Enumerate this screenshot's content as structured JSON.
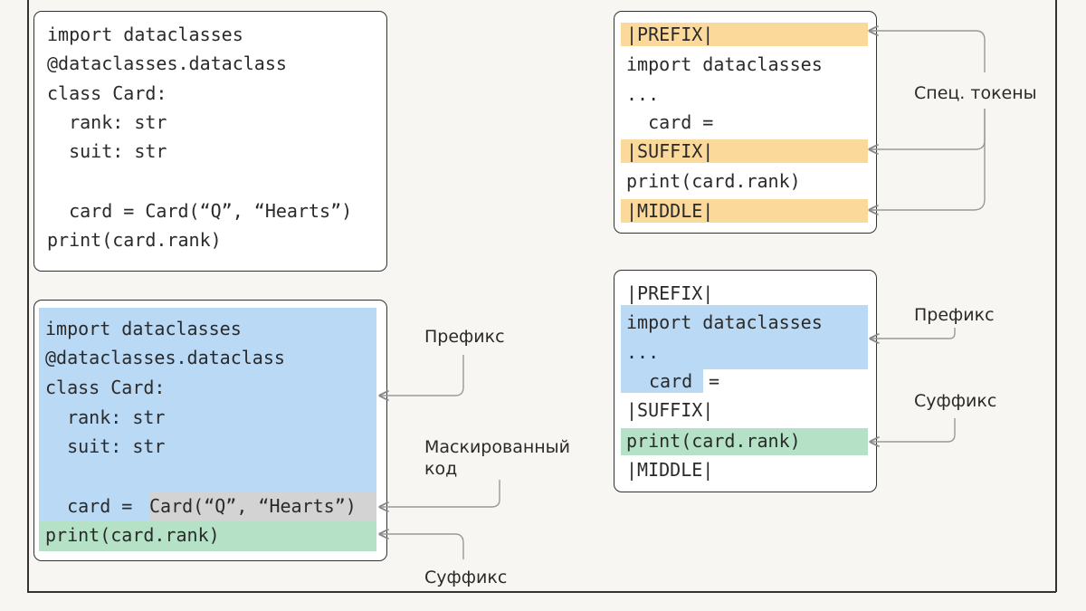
{
  "original_code": [
    "import dataclasses",
    "@dataclasses.dataclass",
    "class Card:",
    "  rank: str",
    "  suit: str",
    "",
    "  card = Card(“Q”, “Hearts”)",
    "print(card.rank)"
  ],
  "masked_code": {
    "prefix_lines": [
      "import dataclasses",
      "@dataclasses.dataclass",
      "class Card:",
      "  rank: str",
      "  suit: str",
      ""
    ],
    "prefix_tail": "  card = ",
    "middle": "Card(“Q”, “Hearts”)",
    "suffix": "print(card.rank)"
  },
  "fim_tokens_box": {
    "prefix_token": "|PREFIX|",
    "line_import": "import dataclasses",
    "ellipsis": "...",
    "card_line": "  card =",
    "suffix_token": "|SUFFIX|",
    "print_line": "print(card.rank)",
    "middle_token": "|MIDDLE|"
  },
  "fim_colored_box": {
    "prefix_token": "|PREFIX|",
    "line_import": "import dataclasses",
    "ellipsis": "...",
    "card_word": "card",
    "equals": "=",
    "suffix_token": "|SUFFIX|",
    "print_line": "print(card.rank)",
    "middle_token": "|MIDDLE|"
  },
  "labels": {
    "prefix_left": "Префикс",
    "masked_code_line1": "Маскированный",
    "masked_code_line2": "код",
    "suffix_left": "Суффикс",
    "special_tokens": "Спец. токены",
    "prefix_right": "Префикс",
    "suffix_right": "Суффикс"
  },
  "colors": {
    "prefix_blue": "#b9d9f5",
    "suffix_green": "#b5e2c6",
    "masked_gray": "#d3d3d3",
    "special_token_yellow": "#fbd99b"
  }
}
